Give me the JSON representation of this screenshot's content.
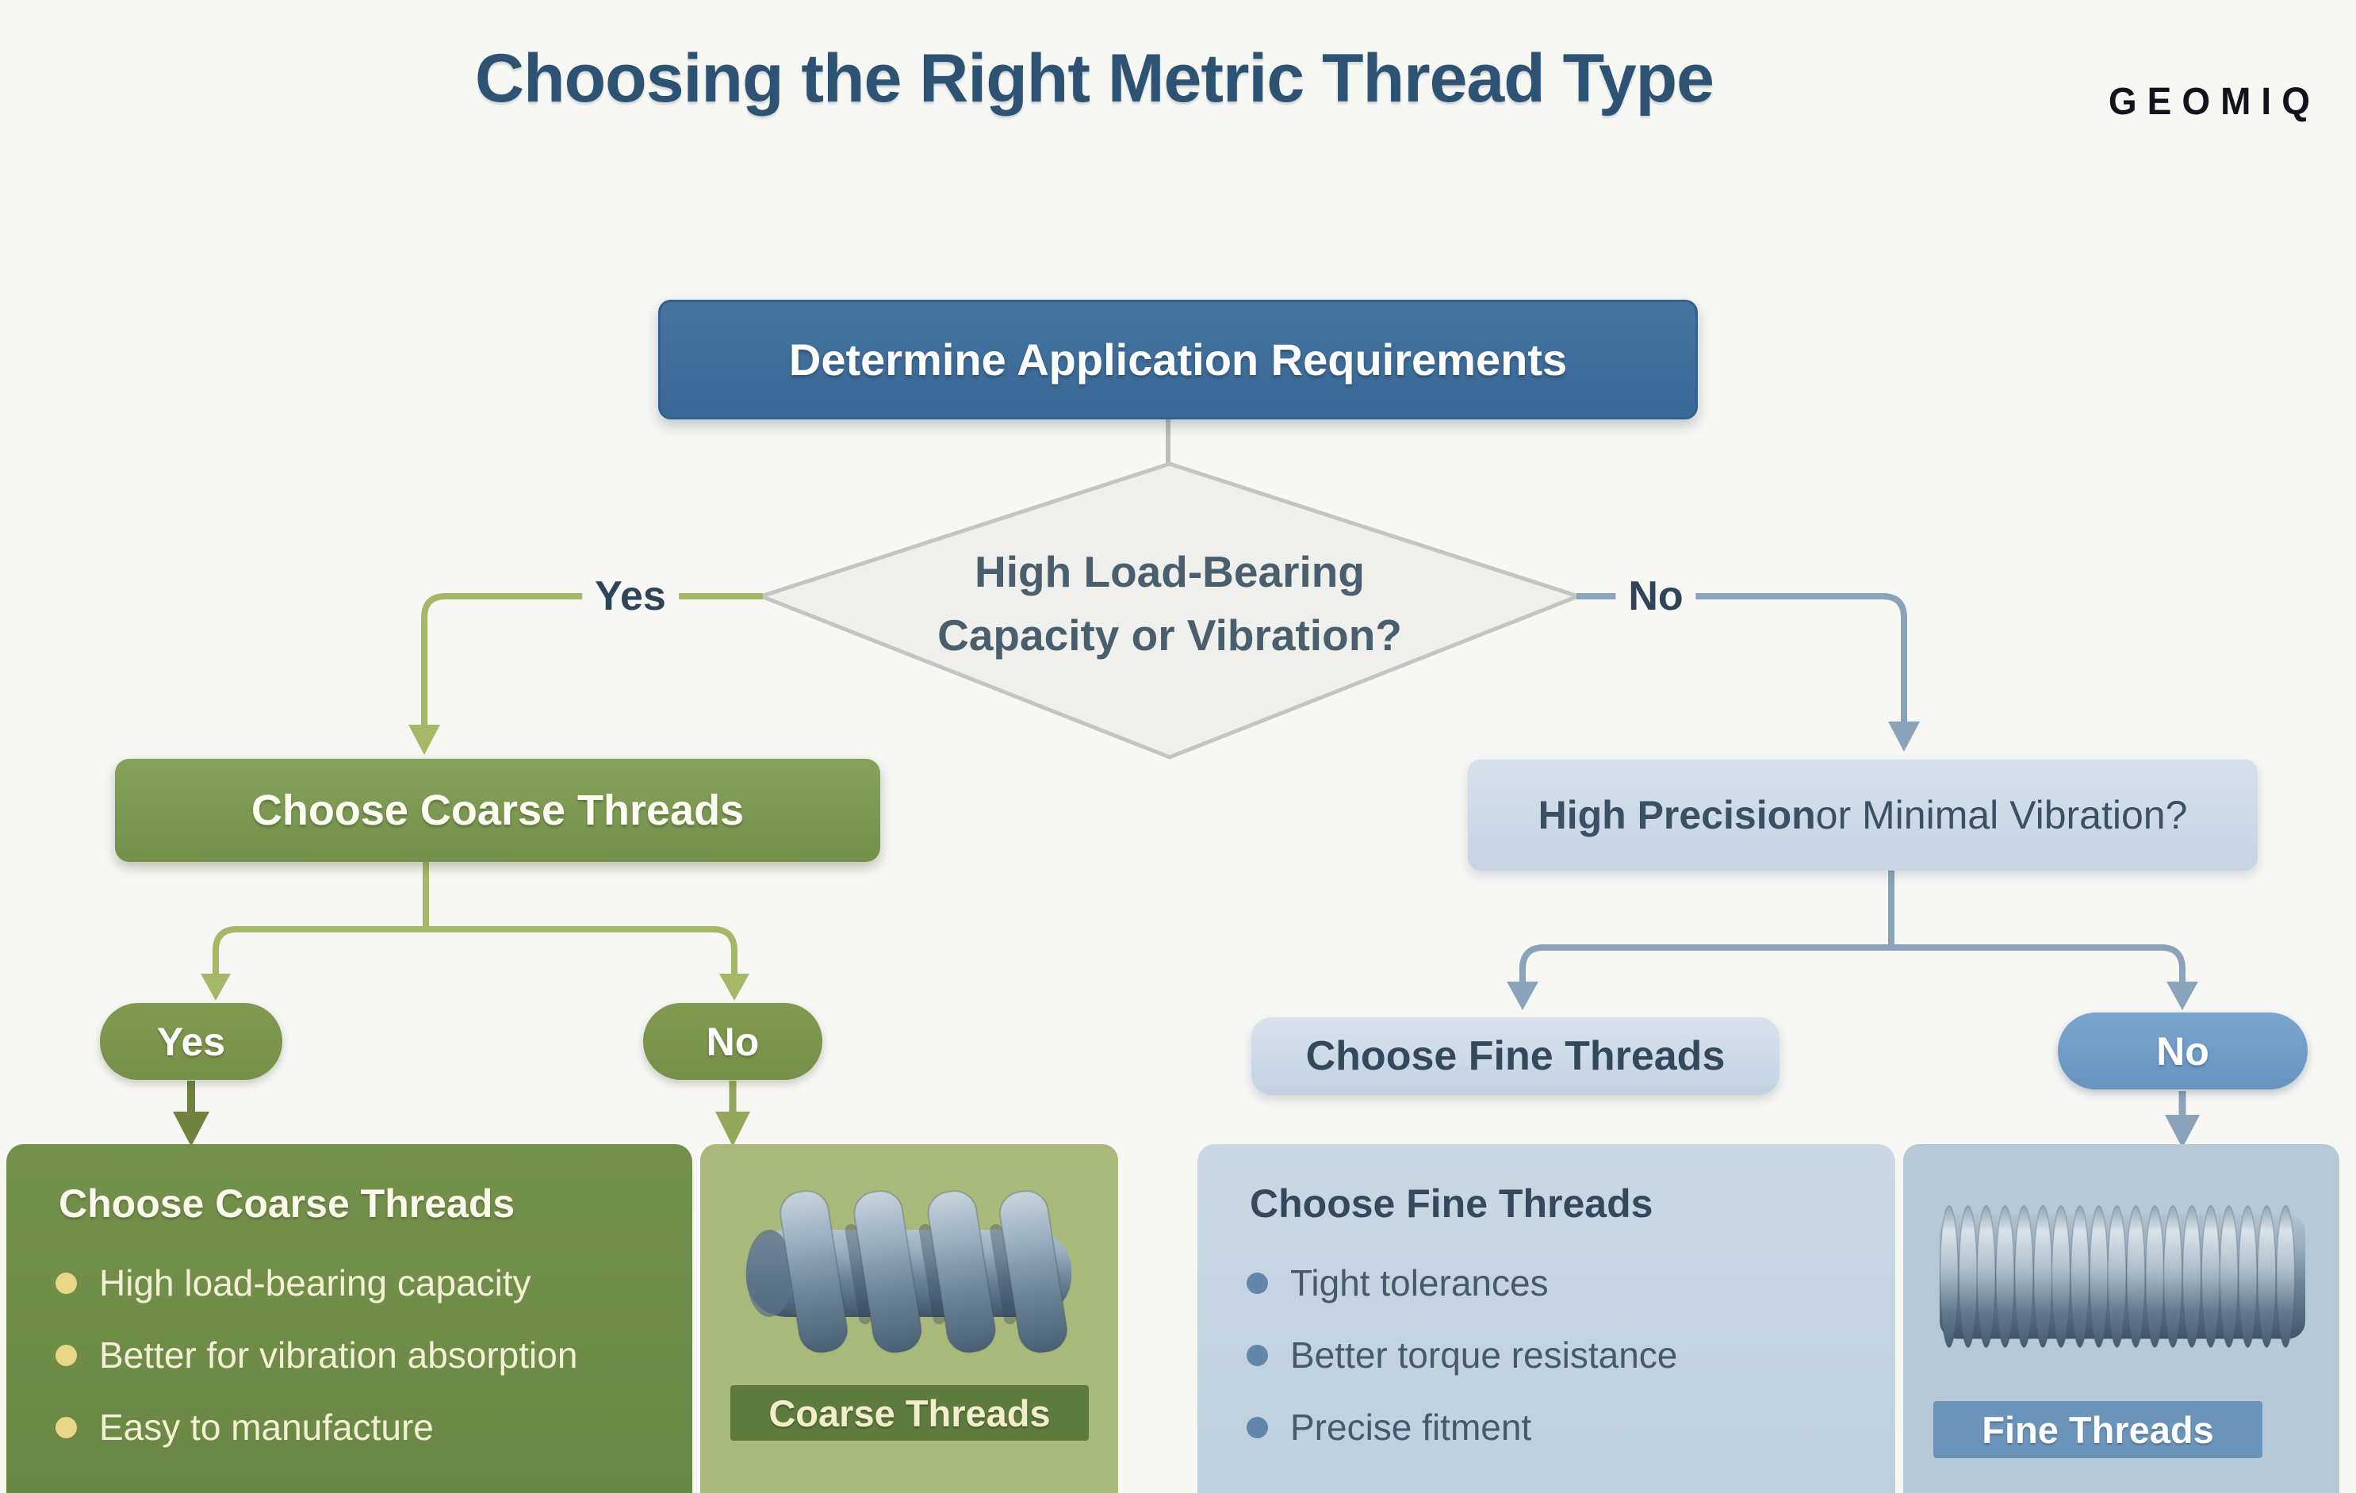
{
  "page": {
    "title": "Choosing the Right Metric Thread Type",
    "logo": "GEOMIQ"
  },
  "flow": {
    "start_label": "Determine Application Requirements",
    "decision1_line1": "High Load-Bearing",
    "decision1_line2": "Capacity or Vibration?",
    "branch_yes": "Yes",
    "branch_no": "No",
    "coarse_box_label": "Choose Coarse Threads",
    "decision2_bold": "High Precision",
    "decision2_rest": " or Minimal Vibration?",
    "coarse_pill_yes": "Yes",
    "coarse_pill_no": "No",
    "fine_box_label": "Choose Fine Threads",
    "fine_pill_no": "No"
  },
  "panels": {
    "coarse": {
      "heading": "Choose Coarse Threads",
      "bullets": [
        "High load-bearing capacity",
        "Better for vibration absorption",
        "Easy to manufacture"
      ],
      "image_label": "Coarse Threads"
    },
    "fine": {
      "heading": "Choose Fine Threads",
      "bullets": [
        "Tight tolerances",
        "Better torque resistance",
        "Precise fitment"
      ],
      "image_label": "Fine Threads"
    }
  },
  "colors": {
    "background": "#f7f7f4",
    "title_text": "#2d5272",
    "start_box": "#3f6fa0",
    "diamond_fill": "#efefec",
    "diamond_border": "#c4c4c1",
    "green_line": "#a4b867",
    "green_box": "#7d9a55",
    "green_panel": "#708c49",
    "sage_panel": "#a9b87b",
    "green_label_bar": "#5d7b3d",
    "bullet_dot_yellow": "#e9d787",
    "blue_line": "#8aa2ba",
    "precision_box": "#cfdbe8",
    "blue_pill": "#6f9cc5",
    "blue_panel": "#c4d3e1",
    "fine_img_panel": "#b7c8d7",
    "blue_label_bar": "#6b94bb",
    "bullet_dot_blue": "#6186aa"
  }
}
